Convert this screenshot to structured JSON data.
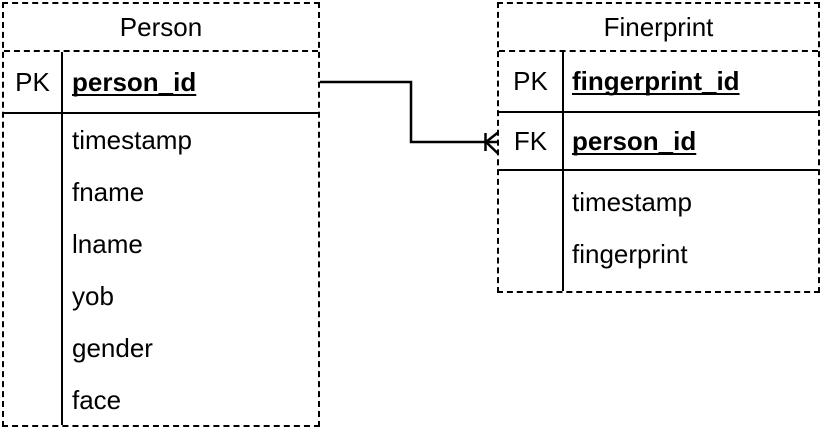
{
  "diagram": {
    "type": "entity-relationship",
    "entities": [
      {
        "title": "Person",
        "keys": [
          {
            "tag": "PK",
            "field": "person_id"
          }
        ],
        "fields": [
          "timestamp",
          "fname",
          "lname",
          "yob",
          "gender",
          "face"
        ]
      },
      {
        "title": "Finerprint",
        "keys": [
          {
            "tag": "PK",
            "field": "fingerprint_id"
          },
          {
            "tag": "FK",
            "field": "person_id"
          }
        ],
        "fields": [
          "timestamp",
          "fingerprint"
        ]
      }
    ],
    "relationship": {
      "from_entity": "Person",
      "from_field": "person_id",
      "to_entity": "Finerprint",
      "to_field": "person_id",
      "to_end_symbol": "crow-foot-many"
    },
    "colors": {
      "stroke": "#000000",
      "text": "#000000",
      "background": "#ffffff"
    }
  }
}
